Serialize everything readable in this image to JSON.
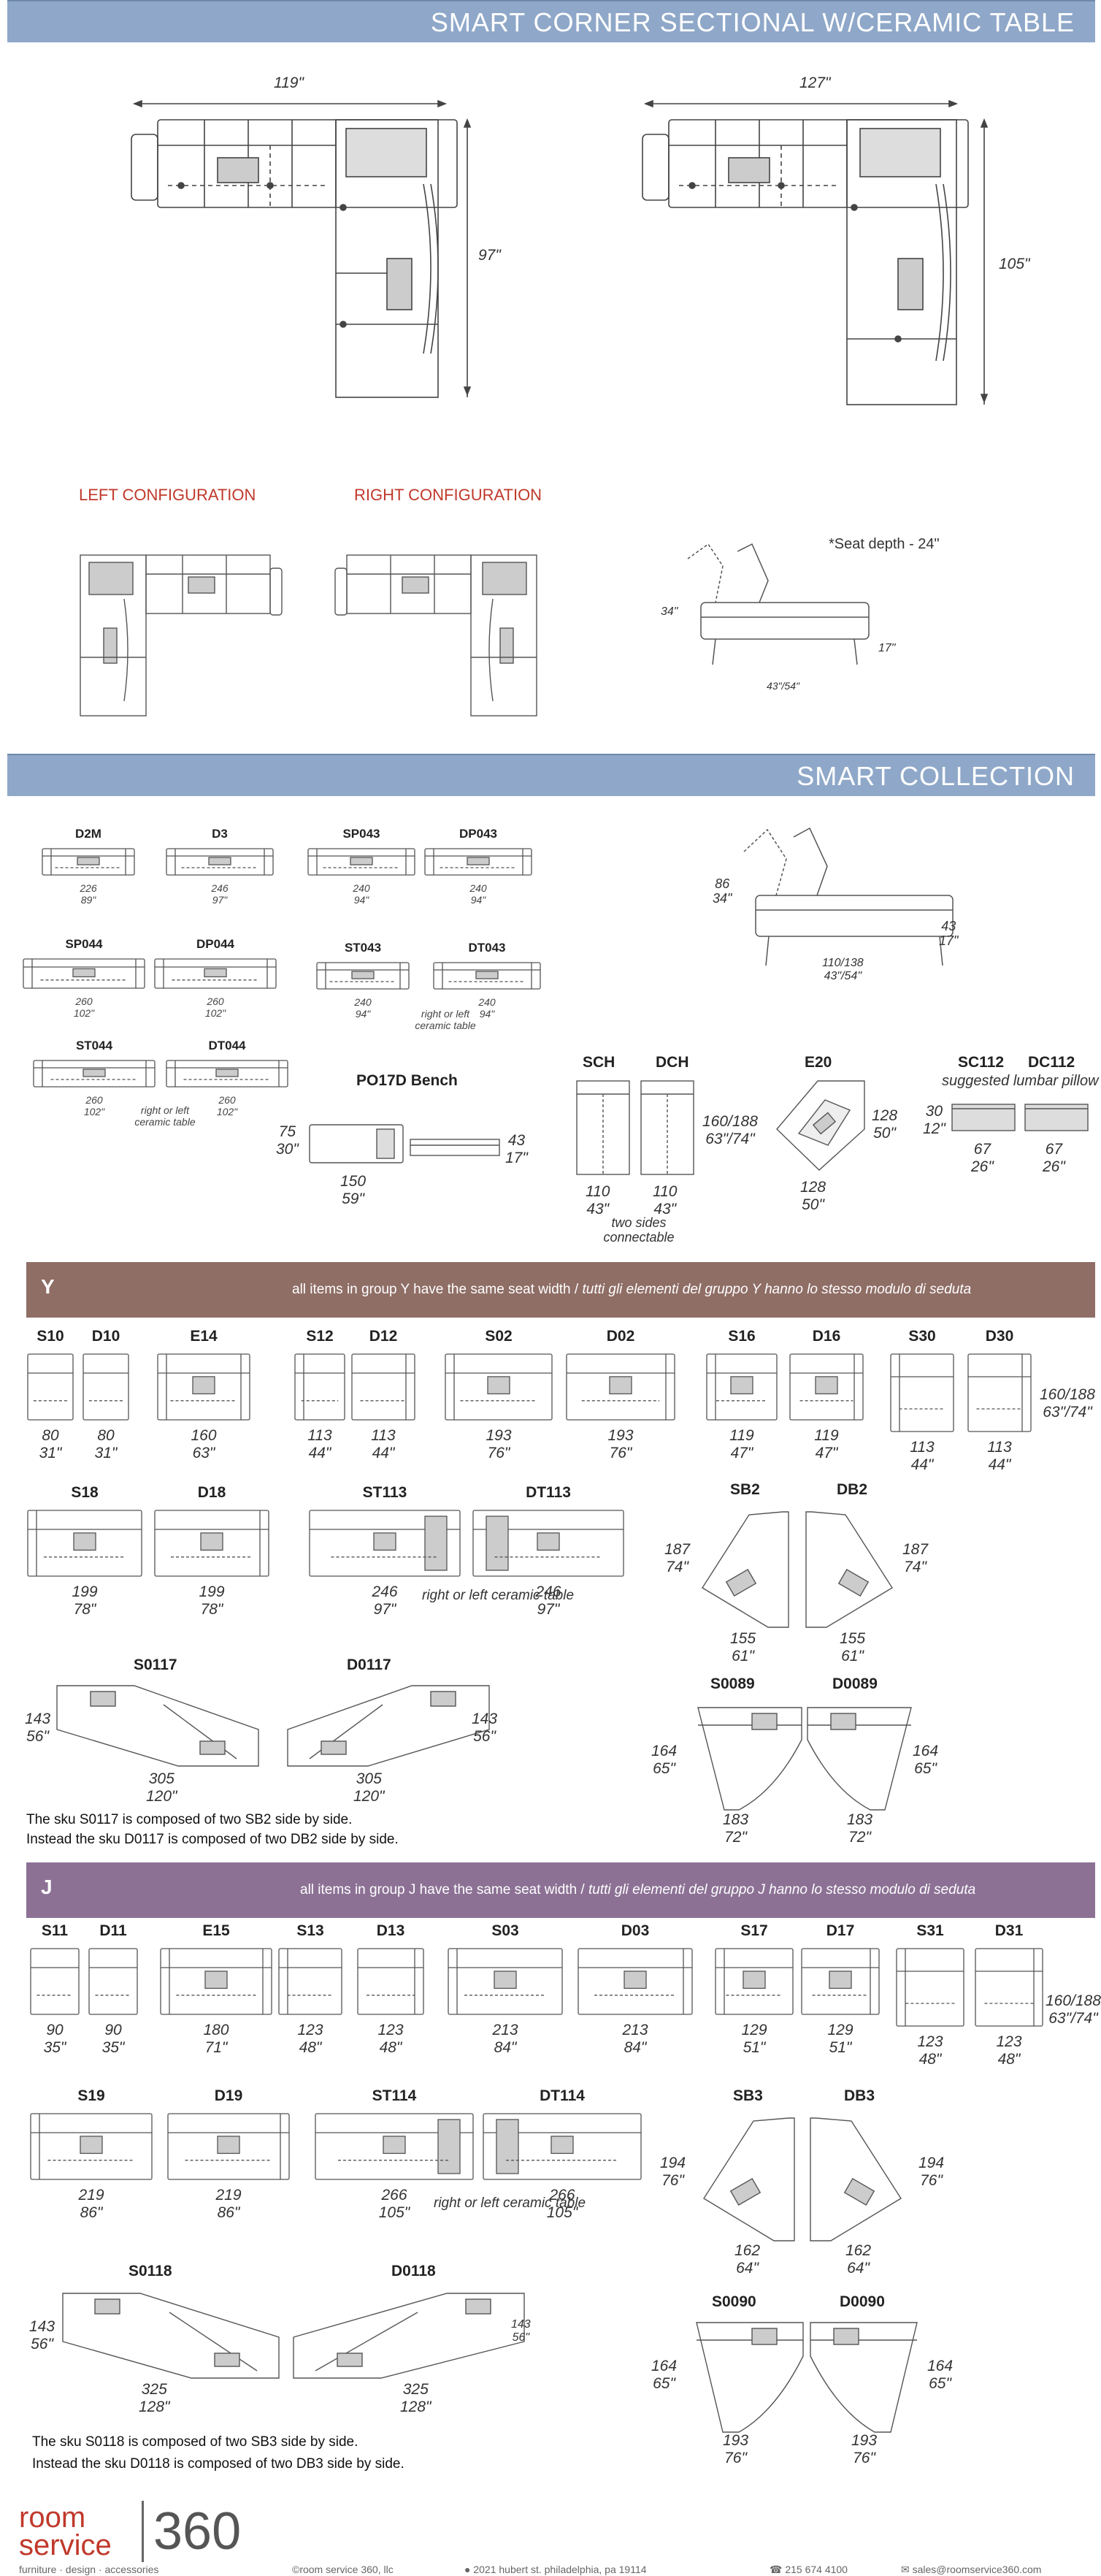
{
  "banners": {
    "top": "SMART CORNER SECTIONAL W/CERAMIC TABLE",
    "collection": "SMART COLLECTION"
  },
  "top_diagram": {
    "left_width": "119\"",
    "left_depth": "97\"",
    "right_width": "127\"",
    "right_depth": "105\"",
    "left_config": "LEFT CONFIGURATION",
    "right_config": "RIGHT CONFIGURATION",
    "seat_depth": "*Seat depth - 24\"",
    "side_back_h": "34\"",
    "side_seat_h": "17\"",
    "side_depth": "43\"/54\""
  },
  "collection": {
    "items": [
      {
        "code": "D2M",
        "d1": "226",
        "d2": "89\""
      },
      {
        "code": "D3",
        "d1": "246",
        "d2": "97\""
      },
      {
        "code": "SP043",
        "d1": "240",
        "d2": "94\""
      },
      {
        "code": "DP043",
        "d1": "240",
        "d2": "94\""
      },
      {
        "code": "SP044",
        "d1": "260",
        "d2": "102\""
      },
      {
        "code": "DP044",
        "d1": "260",
        "d2": "102\""
      },
      {
        "code": "ST043",
        "d1": "240",
        "d2": "94\""
      },
      {
        "code": "DT043",
        "d1": "240",
        "d2": "94\""
      },
      {
        "code": "ST044",
        "d1": "260",
        "d2": "102\""
      },
      {
        "code": "DT044",
        "d1": "260",
        "d2": "102\""
      }
    ],
    "table_note": "right or left ceramic table",
    "bench": {
      "code": "PO17D Bench",
      "h1": "75",
      "h2": "30\"",
      "w1": "150",
      "w2": "59\"",
      "r1": "43",
      "r2": "17\""
    },
    "side": {
      "back1": "86",
      "back2": "34\"",
      "seat1": "43",
      "seat2": "17\"",
      "depth1": "110/138",
      "depth2": "43\"/54\""
    },
    "sch": {
      "code1": "SCH",
      "code2": "DCH",
      "d1": "160/188",
      "d2": "63\"/74\"",
      "w1": "110",
      "w2": "43\"",
      "w3": "110",
      "w4": "43\"",
      "note": "two sides connectable"
    },
    "e20": {
      "code": "E20",
      "a1": "128",
      "a2": "50\"",
      "b1": "128",
      "b2": "50\""
    },
    "sc112": {
      "code1": "SC112",
      "code2": "DC112",
      "note": "suggested lumbar pillow",
      "h1": "30",
      "h2": "12\"",
      "w1": "67",
      "w2": "26\"",
      "w3": "67",
      "w4": "26\""
    }
  },
  "group_y": {
    "letter": "Y",
    "text": "all items in group Y have the same seat width / ",
    "text_it": "tutti gli elementi del gruppo Y hanno lo stesso modulo di seduta",
    "row1": [
      {
        "code": "S10",
        "d1": "80",
        "d2": "31\""
      },
      {
        "code": "D10",
        "d1": "80",
        "d2": "31\""
      },
      {
        "code": "E14",
        "d1": "160",
        "d2": "63\""
      },
      {
        "code": "S12",
        "d1": "113",
        "d2": "44\""
      },
      {
        "code": "D12",
        "d1": "113",
        "d2": "44\""
      },
      {
        "code": "S02",
        "d1": "193",
        "d2": "76\""
      },
      {
        "code": "D02",
        "d1": "193",
        "d2": "76\""
      },
      {
        "code": "S16",
        "d1": "119",
        "d2": "47\""
      },
      {
        "code": "D16",
        "d1": "119",
        "d2": "47\""
      },
      {
        "code": "S30",
        "d1": "113",
        "d2": "44\""
      },
      {
        "code": "D30",
        "d1": "113",
        "d2": "44\""
      }
    ],
    "depth1": "160/188",
    "depth2": "63\"/74\"",
    "row2": [
      {
        "code": "S18",
        "d1": "199",
        "d2": "78\""
      },
      {
        "code": "D18",
        "d1": "199",
        "d2": "78\""
      },
      {
        "code": "ST113",
        "d1": "246",
        "d2": "97\""
      },
      {
        "code": "DT113",
        "d1": "246",
        "d2": "97\""
      }
    ],
    "table_note": "right or left ceramic table",
    "sb": {
      "code1": "SB2",
      "code2": "DB2",
      "h1": "187",
      "h2": "74\"",
      "w1": "155",
      "w2": "61\"",
      "h3": "187",
      "h4": "74\"",
      "w3": "155",
      "w4": "61\""
    },
    "s0117": {
      "code1": "S0117",
      "code2": "D0117",
      "h1": "143",
      "h2": "56\"",
      "w1": "305",
      "w2": "120\"",
      "w3": "305",
      "w4": "120\"",
      "h3": "143",
      "h4": "56\""
    },
    "s0089": {
      "code1": "S0089",
      "code2": "D0089",
      "h1": "164",
      "h2": "65\"",
      "w1": "183",
      "w2": "72\"",
      "w3": "183",
      "w4": "72\"",
      "h3": "164",
      "h4": "65\""
    },
    "note1": "The sku S0117 is composed of two SB2 side by side.",
    "note2": "Instead the sku D0117 is composed of two DB2 side by side."
  },
  "group_j": {
    "letter": "J",
    "text": "all items in group J have the same seat width / ",
    "text_it": "tutti gli elementi del gruppo J hanno lo stesso modulo di seduta",
    "row1": [
      {
        "code": "S11",
        "d1": "90",
        "d2": "35\""
      },
      {
        "code": "D11",
        "d1": "90",
        "d2": "35\""
      },
      {
        "code": "E15",
        "d1": "180",
        "d2": "71\""
      },
      {
        "code": "S13",
        "d1": "123",
        "d2": "48\""
      },
      {
        "code": "D13",
        "d1": "123",
        "d2": "48\""
      },
      {
        "code": "S03",
        "d1": "213",
        "d2": "84\""
      },
      {
        "code": "D03",
        "d1": "213",
        "d2": "84\""
      },
      {
        "code": "S17",
        "d1": "129",
        "d2": "51\""
      },
      {
        "code": "D17",
        "d1": "129",
        "d2": "51\""
      },
      {
        "code": "S31",
        "d1": "123",
        "d2": "48\""
      },
      {
        "code": "D31",
        "d1": "123",
        "d2": "48\""
      }
    ],
    "depth1": "160/188",
    "depth2": "63\"/74\"",
    "row2": [
      {
        "code": "S19",
        "d1": "219",
        "d2": "86\""
      },
      {
        "code": "D19",
        "d1": "219",
        "d2": "86\""
      },
      {
        "code": "ST114",
        "d1": "266",
        "d2": "105\""
      },
      {
        "code": "DT114",
        "d1": "266",
        "d2": "105\""
      }
    ],
    "table_note": "right or left ceramic table",
    "sb": {
      "code1": "SB3",
      "code2": "DB3",
      "h1": "194",
      "h2": "76\"",
      "w1": "162",
      "w2": "64\"",
      "h3": "194",
      "h4": "76\"",
      "w3": "162",
      "w4": "64\""
    },
    "s0118": {
      "code1": "S0118",
      "code2": "D0118",
      "h1": "143",
      "h2": "56\"",
      "w1": "325",
      "w2": "128\"",
      "w3": "325",
      "w4": "128\"",
      "h3": "143",
      "h4": "56\""
    },
    "s0090": {
      "code1": "S0090",
      "code2": "D0090",
      "h1": "164",
      "h2": "65\"",
      "w1": "193",
      "w2": "76\"",
      "w3": "193",
      "w4": "76\"",
      "h3": "164",
      "h4": "65\""
    },
    "note1": "The sku S0118 is composed of two SB3 side by side.",
    "note2": "Instead the sku D0118 is composed of two DB3 side by side."
  },
  "footer": {
    "logo_word1": "room",
    "logo_word2": "service",
    "logo_num": "360",
    "copyright": "©room service 360, llc",
    "address": "2021 hubert st. philadelphia, pa 19114",
    "phone": "215 674 4100",
    "email": "sales@roomservice360.com",
    "tagline": "furniture · design · accessories"
  },
  "colors": {
    "banner": "#8fa8c9",
    "group_y": "#8f6e66",
    "group_j": "#8c7195",
    "accent": "#c0392b"
  }
}
